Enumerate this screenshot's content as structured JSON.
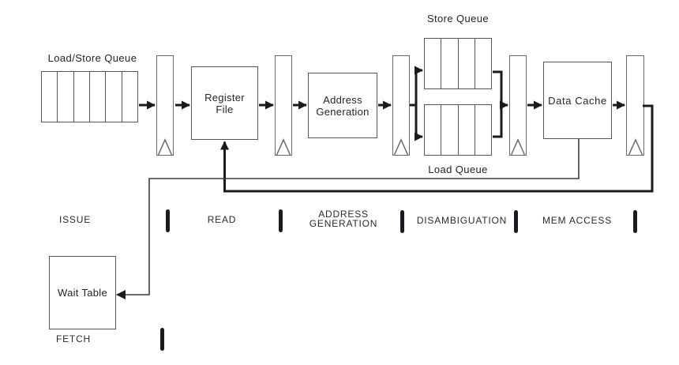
{
  "figure": {
    "colors": {
      "background": "#ffffff",
      "box_border": "#56565a",
      "wire_thick": "#1b1b1d",
      "wire_thin": "#3b3b3f",
      "text": "#242329"
    },
    "queues": {
      "load_store": {
        "label": "Load/Store Queue",
        "cells": 6
      },
      "store": {
        "label": "Store Queue",
        "cells": 4
      },
      "load": {
        "label": "Load Queue",
        "cells": 4
      }
    },
    "blocks": {
      "register_file": {
        "label": "Register\nFile"
      },
      "address_generation": {
        "label": "Address\nGeneration"
      },
      "data_cache": {
        "label": "Data Cache"
      },
      "wait_table": {
        "label": "Wait Table"
      }
    },
    "stages": {
      "issue": "ISSUE",
      "read": "READ",
      "address_generation": "ADDRESS\nGENERATION",
      "disambiguation": "DISAMBIGUATION",
      "mem_access": "MEM ACCESS",
      "fetch": "FETCH"
    },
    "latch_count": 5
  }
}
